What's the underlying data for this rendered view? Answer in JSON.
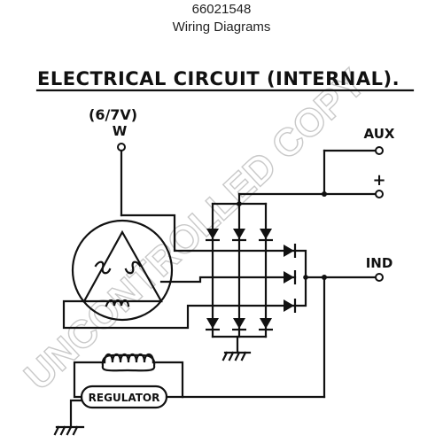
{
  "header": {
    "part_number": "66021548",
    "subtitle": "Wiring Diagrams"
  },
  "diagram": {
    "title": "ELECTRICAL CIRCUIT (INTERNAL).",
    "terminals": {
      "w_voltage": "(6/7V)",
      "w_label": "W",
      "aux_label": "AUX",
      "plus_label": "+",
      "ind_label": "IND"
    },
    "regulator_label": "REGULATOR"
  },
  "watermark": {
    "text": "UNCONTROLLED COPY"
  }
}
